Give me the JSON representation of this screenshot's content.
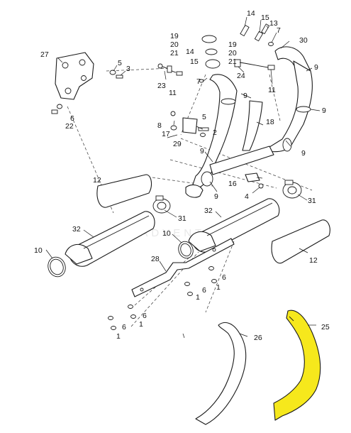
{
  "watermark": "LEADVENTURE",
  "highlight_color": "#f6e81c",
  "labels": {
    "l14a": "14",
    "l15a": "15",
    "l13a": "13",
    "l7a": "7",
    "l19a": "19",
    "l20a": "20",
    "l21a": "21",
    "l14b": "14",
    "l15b": "15",
    "l30": "30",
    "l27": "27",
    "l5a": "5",
    "l3": "3",
    "l19b": "19",
    "l20b": "20",
    "l21b": "21",
    "l24": "24",
    "l9a": "9",
    "l23": "23",
    "l11a": "11",
    "l7b": "7",
    "l11b": "11",
    "l6a": "6",
    "l22": "22",
    "l9b": "9",
    "l9c": "9",
    "l8": "8",
    "l5b": "5",
    "l2": "2",
    "l17": "17",
    "l29": "29",
    "l18": "18",
    "l9d": "9",
    "l9e": "9",
    "l12a": "12",
    "l16": "16",
    "l4": "4",
    "l9f": "9",
    "l31a": "31",
    "l31b": "31",
    "l32a": "32",
    "l32b": "32",
    "l10a": "10",
    "l10b": "10",
    "l12b": "12",
    "l28": "28",
    "l6b": "6",
    "l1a": "1",
    "l6c": "6",
    "l1b": "1",
    "l6d": "6",
    "l1c": "1",
    "l6e": "6",
    "l1d": "1",
    "l26": "26",
    "l25": "25"
  }
}
